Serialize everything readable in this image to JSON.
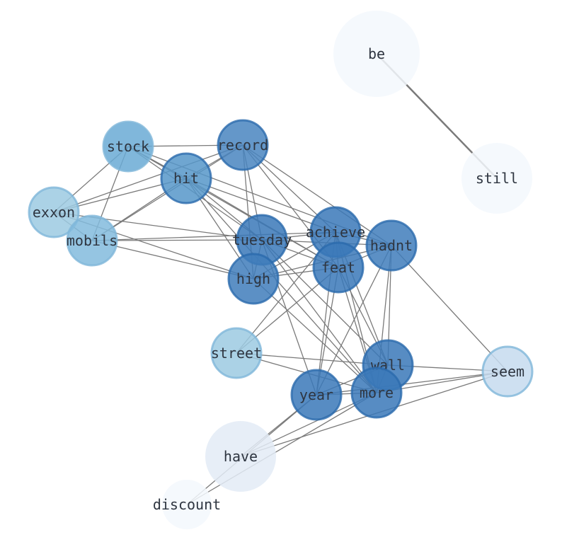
{
  "graph": {
    "nodes": [
      {
        "id": "be",
        "label": "be",
        "color": "#f3f8fd",
        "opacity": 0.85
      },
      {
        "id": "still",
        "label": "still",
        "color": "#f3f8fd",
        "opacity": 0.85
      },
      {
        "id": "stock",
        "label": "stock",
        "color": "#6aaad5",
        "opacity": 0.85
      },
      {
        "id": "record",
        "label": "record",
        "color": "#4985c0",
        "opacity": 0.85
      },
      {
        "id": "hit",
        "label": "hit",
        "color": "#5697c9",
        "opacity": 0.85
      },
      {
        "id": "exxon",
        "label": "exxon",
        "color": "#9ccae2",
        "opacity": 0.85
      },
      {
        "id": "mobils",
        "label": "mobils",
        "color": "#82bbdd",
        "opacity": 0.85
      },
      {
        "id": "tuesday",
        "label": "tuesday",
        "color": "#3a78b8",
        "opacity": 0.85
      },
      {
        "id": "achieve",
        "label": "achieve",
        "color": "#3a78b8",
        "opacity": 0.85
      },
      {
        "id": "hadnt",
        "label": "hadnt",
        "color": "#3f7cbb",
        "opacity": 0.85
      },
      {
        "id": "feat",
        "label": "feat",
        "color": "#3a78b8",
        "opacity": 0.85
      },
      {
        "id": "high",
        "label": "high",
        "color": "#3f7cbb",
        "opacity": 0.85
      },
      {
        "id": "street",
        "label": "street",
        "color": "#9ccae2",
        "opacity": 0.85
      },
      {
        "id": "wall",
        "label": "wall",
        "color": "#3a78b8",
        "opacity": 0.85
      },
      {
        "id": "seem",
        "label": "seem",
        "color": "#c6dbef",
        "opacity": 0.85
      },
      {
        "id": "year",
        "label": "year",
        "color": "#3a78b8",
        "opacity": 0.85
      },
      {
        "id": "more",
        "label": "more",
        "color": "#3a78b8",
        "opacity": 0.85
      },
      {
        "id": "have",
        "label": "have",
        "color": "#e3ebf6",
        "opacity": 0.85
      },
      {
        "id": "discount",
        "label": "discount",
        "color": "#f3f8fd",
        "opacity": 0.85
      }
    ],
    "edges": [
      [
        "be",
        "still"
      ],
      [
        "stock",
        "record"
      ],
      [
        "stock",
        "hit"
      ],
      [
        "stock",
        "exxon"
      ],
      [
        "stock",
        "mobils"
      ],
      [
        "stock",
        "tuesday"
      ],
      [
        "stock",
        "feat"
      ],
      [
        "stock",
        "hadnt"
      ],
      [
        "record",
        "hit"
      ],
      [
        "record",
        "exxon"
      ],
      [
        "record",
        "mobils"
      ],
      [
        "record",
        "tuesday"
      ],
      [
        "record",
        "high"
      ],
      [
        "record",
        "achieve"
      ],
      [
        "record",
        "hadnt"
      ],
      [
        "record",
        "feat"
      ],
      [
        "hit",
        "exxon"
      ],
      [
        "hit",
        "mobils"
      ],
      [
        "hit",
        "tuesday"
      ],
      [
        "hit",
        "high"
      ],
      [
        "hit",
        "achieve"
      ],
      [
        "hit",
        "feat"
      ],
      [
        "hit",
        "more"
      ],
      [
        "exxon",
        "mobils"
      ],
      [
        "exxon",
        "high"
      ],
      [
        "exxon",
        "tuesday"
      ],
      [
        "mobils",
        "tuesday"
      ],
      [
        "mobils",
        "high"
      ],
      [
        "mobils",
        "achieve"
      ],
      [
        "tuesday",
        "achieve"
      ],
      [
        "tuesday",
        "hadnt"
      ],
      [
        "tuesday",
        "feat"
      ],
      [
        "tuesday",
        "high"
      ],
      [
        "tuesday",
        "year"
      ],
      [
        "tuesday",
        "wall"
      ],
      [
        "tuesday",
        "more"
      ],
      [
        "achieve",
        "hadnt"
      ],
      [
        "achieve",
        "feat"
      ],
      [
        "achieve",
        "high"
      ],
      [
        "achieve",
        "year"
      ],
      [
        "achieve",
        "more"
      ],
      [
        "achieve",
        "wall"
      ],
      [
        "achieve",
        "street"
      ],
      [
        "hadnt",
        "feat"
      ],
      [
        "hadnt",
        "high"
      ],
      [
        "hadnt",
        "wall"
      ],
      [
        "hadnt",
        "more"
      ],
      [
        "hadnt",
        "year"
      ],
      [
        "hadnt",
        "seem"
      ],
      [
        "feat",
        "high"
      ],
      [
        "feat",
        "wall"
      ],
      [
        "feat",
        "year"
      ],
      [
        "feat",
        "more"
      ],
      [
        "feat",
        "street"
      ],
      [
        "high",
        "more"
      ],
      [
        "street",
        "wall"
      ],
      [
        "street",
        "more"
      ],
      [
        "wall",
        "year"
      ],
      [
        "wall",
        "more"
      ],
      [
        "wall",
        "seem"
      ],
      [
        "seem",
        "year"
      ],
      [
        "seem",
        "more"
      ],
      [
        "seem",
        "have"
      ],
      [
        "year",
        "more"
      ],
      [
        "year",
        "have"
      ],
      [
        "year",
        "discount"
      ],
      [
        "more",
        "have"
      ],
      [
        "more",
        "discount"
      ]
    ]
  }
}
